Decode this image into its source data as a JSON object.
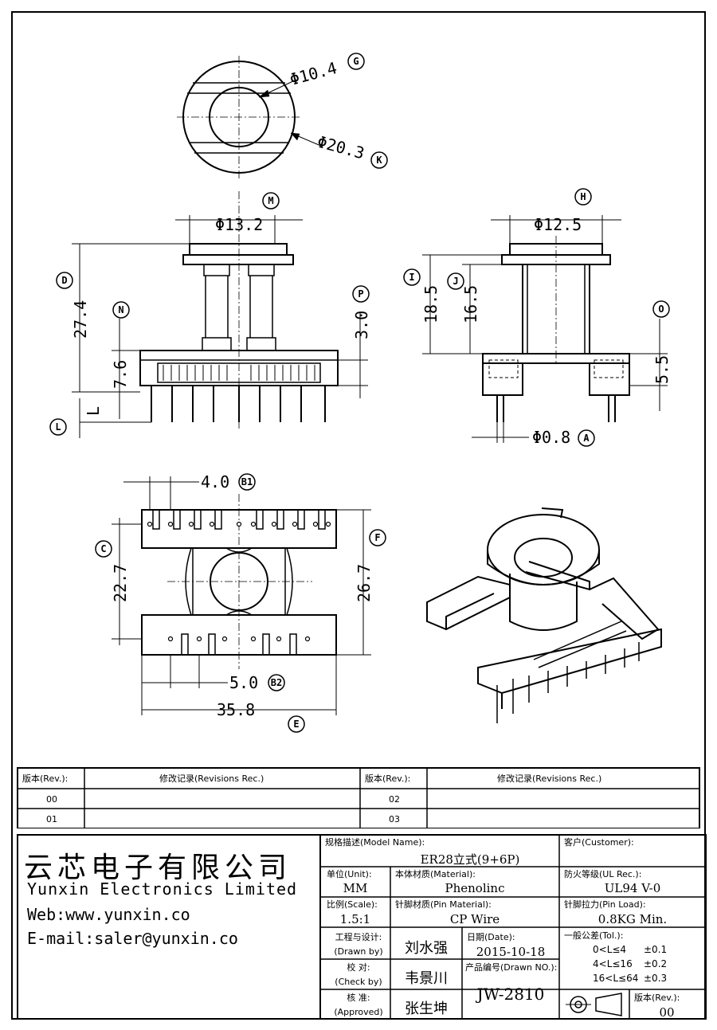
{
  "drawing": {
    "top_view": {
      "d_inner": "Φ10.4",
      "d_inner_tag": "G",
      "d_outer": "Φ20.3",
      "d_outer_tag": "K"
    },
    "front_view": {
      "flange": "Φ13.2",
      "flange_tag": "M",
      "height": "27.4",
      "height_tag": "D",
      "base": "7.6",
      "base_tag": "N",
      "pin": "L",
      "pin_tag": "L",
      "gap": "3.0",
      "gap_tag": "P"
    },
    "side_view": {
      "flange": "Φ12.5",
      "flange_tag": "H",
      "h1": "18.5",
      "h1_tag": "I",
      "h2": "16.5",
      "h2_tag": "J",
      "base": "5.5",
      "base_tag": "O",
      "pin": "Φ0.8",
      "pin_tag": "A"
    },
    "bottom_view": {
      "pitch1": "4.0",
      "pitch1_tag": "B1",
      "width_c": "22.7",
      "width_c_tag": "C",
      "width_f": "26.7",
      "width_f_tag": "F",
      "pitch2": "5.0",
      "pitch2_tag": "B2",
      "length": "35.8",
      "length_tag": "E"
    }
  },
  "revisions": {
    "rev_header": "版本(Rev.):",
    "rec_header": "修改记录(Revisions Rec.)",
    "rows_left": [
      "00",
      "01"
    ],
    "rows_right": [
      "02",
      "03"
    ]
  },
  "company": {
    "name_cn": "云芯电子有限公司",
    "name_en": "Yunxin Electronics Limited",
    "web": "Web:www.yunxin.co",
    "email": "E-mail:saler@yunxin.co"
  },
  "title_block": {
    "model_label": "规格描述(Model Name):",
    "model_value": "ER28立式(9+6P)",
    "customer_label": "客户(Customer):",
    "customer_value": "",
    "unit_label": "单位(Unit):",
    "unit_value": "MM",
    "material_label": "本体材质(Material):",
    "material_value": "Phenolinc",
    "ul_label": "防火等级(UL Rec.):",
    "ul_value": "UL94 V-0",
    "scale_label": "比例(Scale):",
    "scale_value": "1.5:1",
    "pin_material_label": "针脚材质(Pin Material):",
    "pin_material_value": "CP Wire",
    "pin_load_label": "针脚拉力(Pin Load):",
    "pin_load_value": "0.8KG Min.",
    "drawn_label": "工程与设计:",
    "drawn_label_en": "(Drawn by)",
    "drawn_value": "刘水强",
    "date_label": "日期(Date):",
    "date_value": "2015-10-18",
    "check_label": "校 对:",
    "check_label_en": "(Check by)",
    "check_value": "韦景川",
    "drawn_no_label": "产品编号(Drawn NO.):",
    "drawn_no_value": "JW-2810",
    "approved_label": "核 准:",
    "approved_label_en": "(Approved)",
    "approved_value": "张生坤",
    "tol_label": "一般公差(Tol.):",
    "tol_rows": [
      {
        "range": "0<L≤4",
        "tol": "±0.1"
      },
      {
        "range": "4<L≤16",
        "tol": "±0.2"
      },
      {
        "range": "16<L≤64",
        "tol": "±0.3"
      }
    ],
    "rev_label": "版本(Rev.):",
    "rev_value": "00"
  }
}
